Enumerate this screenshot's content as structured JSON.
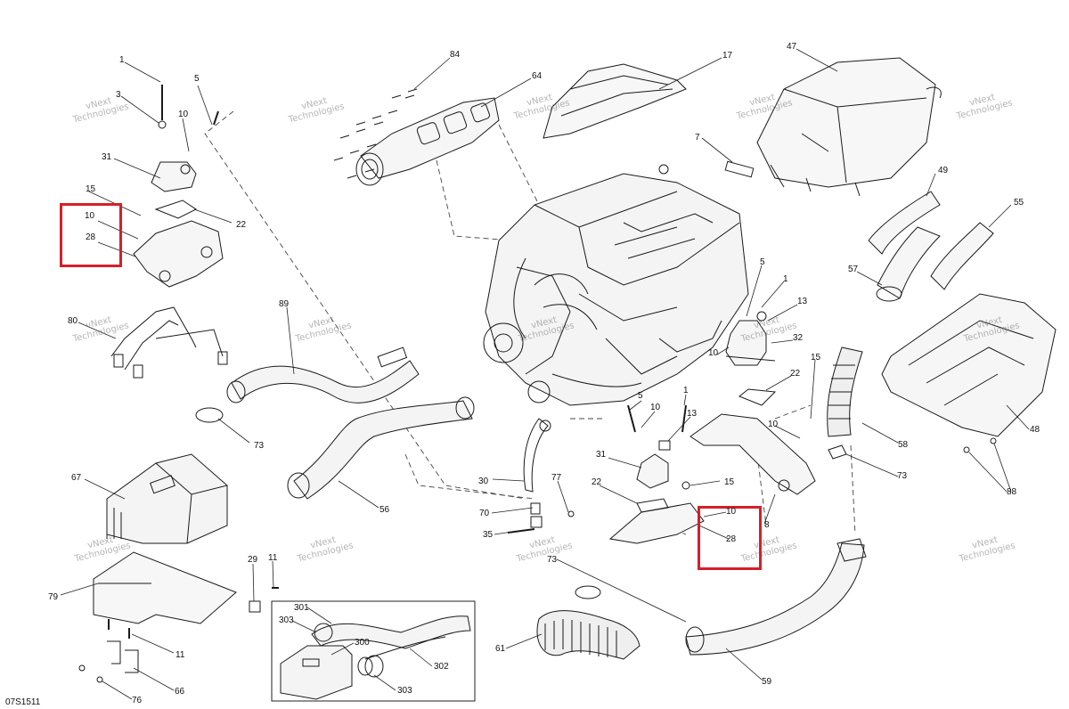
{
  "diagram": {
    "figure_code": "07S1511",
    "watermark_text": "vNext Technologies",
    "highlight_color": "#d4202a",
    "callouts": [
      {
        "id": "c1a",
        "text": "1"
      },
      {
        "id": "c3a",
        "text": "3"
      },
      {
        "id": "c5a",
        "text": "5"
      },
      {
        "id": "c10a",
        "text": "10"
      },
      {
        "id": "c31a",
        "text": "31"
      },
      {
        "id": "c15a",
        "text": "15"
      },
      {
        "id": "c10b",
        "text": "10"
      },
      {
        "id": "c28a",
        "text": "28"
      },
      {
        "id": "c22a",
        "text": "22"
      },
      {
        "id": "c80",
        "text": "80"
      },
      {
        "id": "c89",
        "text": "89"
      },
      {
        "id": "c73a",
        "text": "73"
      },
      {
        "id": "c56",
        "text": "56"
      },
      {
        "id": "c67",
        "text": "67"
      },
      {
        "id": "c79",
        "text": "79"
      },
      {
        "id": "c29",
        "text": "29"
      },
      {
        "id": "c11a",
        "text": "11"
      },
      {
        "id": "c11b",
        "text": "11"
      },
      {
        "id": "c66",
        "text": "66"
      },
      {
        "id": "c76",
        "text": "76"
      },
      {
        "id": "c84",
        "text": "84"
      },
      {
        "id": "c64",
        "text": "64"
      },
      {
        "id": "c17",
        "text": "17"
      },
      {
        "id": "c7",
        "text": "7"
      },
      {
        "id": "c47",
        "text": "47"
      },
      {
        "id": "c49",
        "text": "49"
      },
      {
        "id": "c55",
        "text": "55"
      },
      {
        "id": "c57",
        "text": "57"
      },
      {
        "id": "c5b",
        "text": "5"
      },
      {
        "id": "c1b",
        "text": "1"
      },
      {
        "id": "c13a",
        "text": "13"
      },
      {
        "id": "c32",
        "text": "32"
      },
      {
        "id": "c10c",
        "text": "10"
      },
      {
        "id": "c15b",
        "text": "15"
      },
      {
        "id": "c22b",
        "text": "22"
      },
      {
        "id": "c10d",
        "text": "10"
      },
      {
        "id": "c58",
        "text": "58"
      },
      {
        "id": "c48",
        "text": "48"
      },
      {
        "id": "c88",
        "text": "88"
      },
      {
        "id": "c73b",
        "text": "73"
      },
      {
        "id": "c5c",
        "text": "5"
      },
      {
        "id": "c1c",
        "text": "1"
      },
      {
        "id": "c10e",
        "text": "10"
      },
      {
        "id": "c13b",
        "text": "13"
      },
      {
        "id": "c31b",
        "text": "31"
      },
      {
        "id": "c15c",
        "text": "15"
      },
      {
        "id": "c30",
        "text": "30"
      },
      {
        "id": "c77",
        "text": "77"
      },
      {
        "id": "c22c",
        "text": "22"
      },
      {
        "id": "c70",
        "text": "70"
      },
      {
        "id": "c35",
        "text": "35"
      },
      {
        "id": "c10f",
        "text": "10"
      },
      {
        "id": "c28b",
        "text": "28"
      },
      {
        "id": "c8",
        "text": "8"
      },
      {
        "id": "c61",
        "text": "61"
      },
      {
        "id": "c73c",
        "text": "73"
      },
      {
        "id": "c59",
        "text": "59"
      },
      {
        "id": "c301",
        "text": "301"
      },
      {
        "id": "c303a",
        "text": "303"
      },
      {
        "id": "c300",
        "text": "300"
      },
      {
        "id": "c302",
        "text": "302"
      },
      {
        "id": "c303b",
        "text": "303"
      }
    ]
  }
}
